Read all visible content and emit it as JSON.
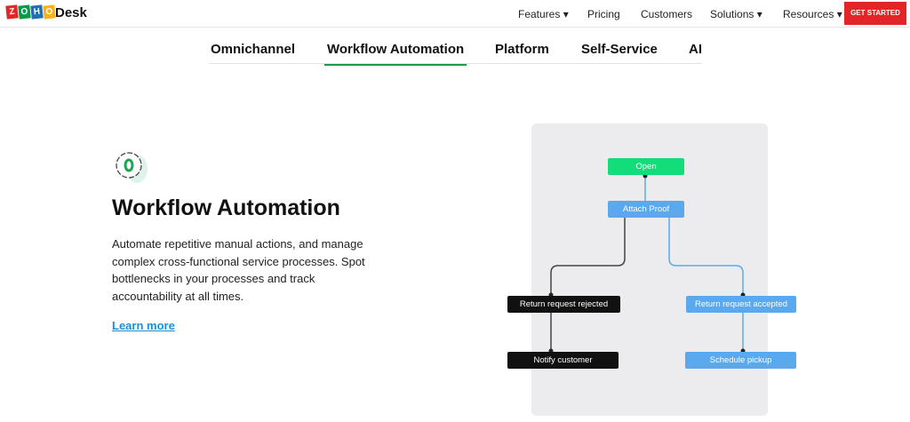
{
  "header": {
    "logo_letters": [
      "Z",
      "O",
      "H",
      "O"
    ],
    "product": "Desk",
    "nav": [
      {
        "label": "Features ▾"
      },
      {
        "label": "Pricing"
      },
      {
        "label": "Customers"
      },
      {
        "label": "Solutions ▾"
      },
      {
        "label": "Resources ▾"
      }
    ],
    "cta": "GET STARTED"
  },
  "tabs": [
    "Omnichannel",
    "Workflow Automation",
    "Platform",
    "Self-Service",
    "AI"
  ],
  "main": {
    "icon": "gear-icon",
    "title": "Workflow Automation",
    "description": "Automate repetitive manual actions, and manage complex cross-functional service processes. Spot bottlenecks in your processes and track accountability at all times.",
    "link": "Learn more"
  },
  "flow": {
    "nodes": [
      "Open",
      "Attach Proof",
      "Return request rejected",
      "Return request accepted",
      "Notify customer",
      "Schedule pickup"
    ],
    "colors": {
      "open": "#12dd7a",
      "blue": "#5aa9ef",
      "black": "#111111"
    }
  }
}
